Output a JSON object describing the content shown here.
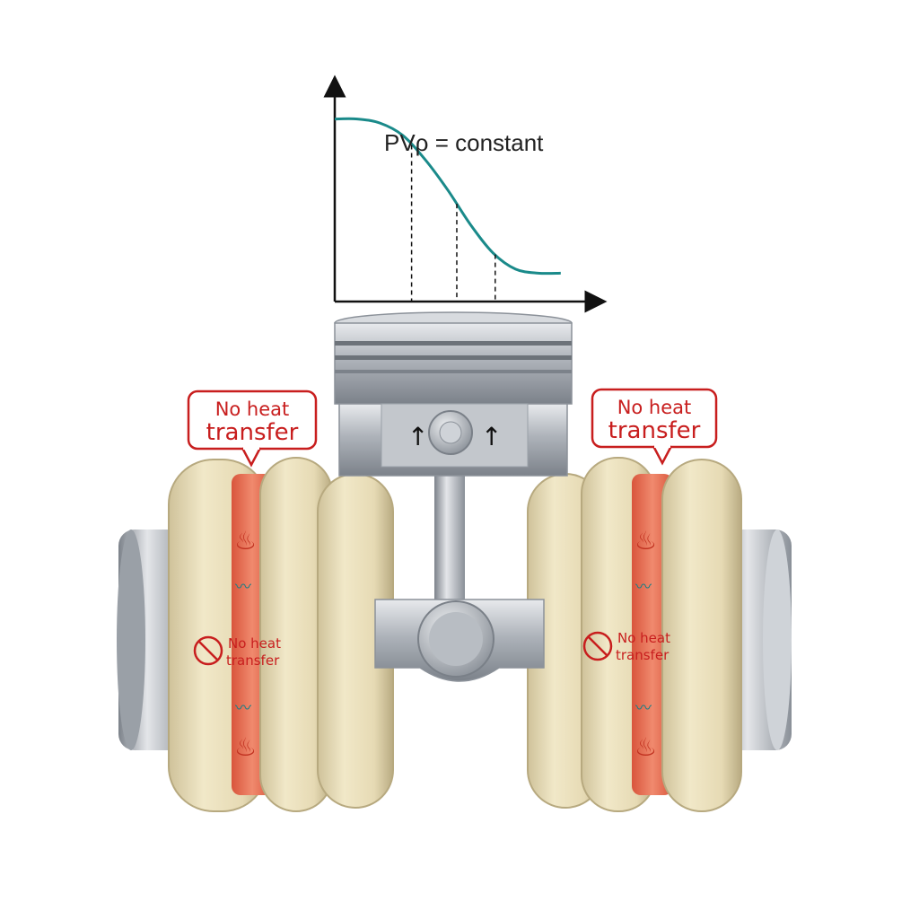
{
  "colors": {
    "curve": "#1a8a8a",
    "warning": "#c81e1e",
    "insulation": "#ece2bf",
    "metal": "#b9bec4",
    "hot_band": "#e9765c"
  },
  "chart": {
    "title": "PVρ = constant"
  },
  "chart_data": {
    "type": "line",
    "title": "PVρ = constant",
    "xlabel": "",
    "ylabel": "",
    "series": [
      {
        "x": [
          0,
          1,
          2,
          3,
          4,
          5,
          6,
          7,
          8,
          9,
          10
        ],
        "values": [
          0.9,
          0.9,
          0.88,
          0.82,
          0.7,
          0.55,
          0.38,
          0.24,
          0.16,
          0.14,
          0.14
        ]
      }
    ],
    "xlim": [
      0,
      11
    ],
    "ylim": [
      0,
      1
    ],
    "markers_x": [
      3.4,
      5.4,
      7.1
    ],
    "grid": false
  },
  "callouts": {
    "left": {
      "line1": "No heat",
      "line2": "transfer"
    },
    "right": {
      "line1": "No heat",
      "line2": "transfer"
    }
  },
  "badges": {
    "left": {
      "line1": "No heat",
      "line2": "transfer",
      "icon": "no-heat-icon"
    },
    "right": {
      "line1": "No heat",
      "line2": "transfer",
      "icon": "no-heat-icon"
    }
  },
  "piston": {
    "arrow_left": "↑",
    "arrow_right": "↑"
  }
}
